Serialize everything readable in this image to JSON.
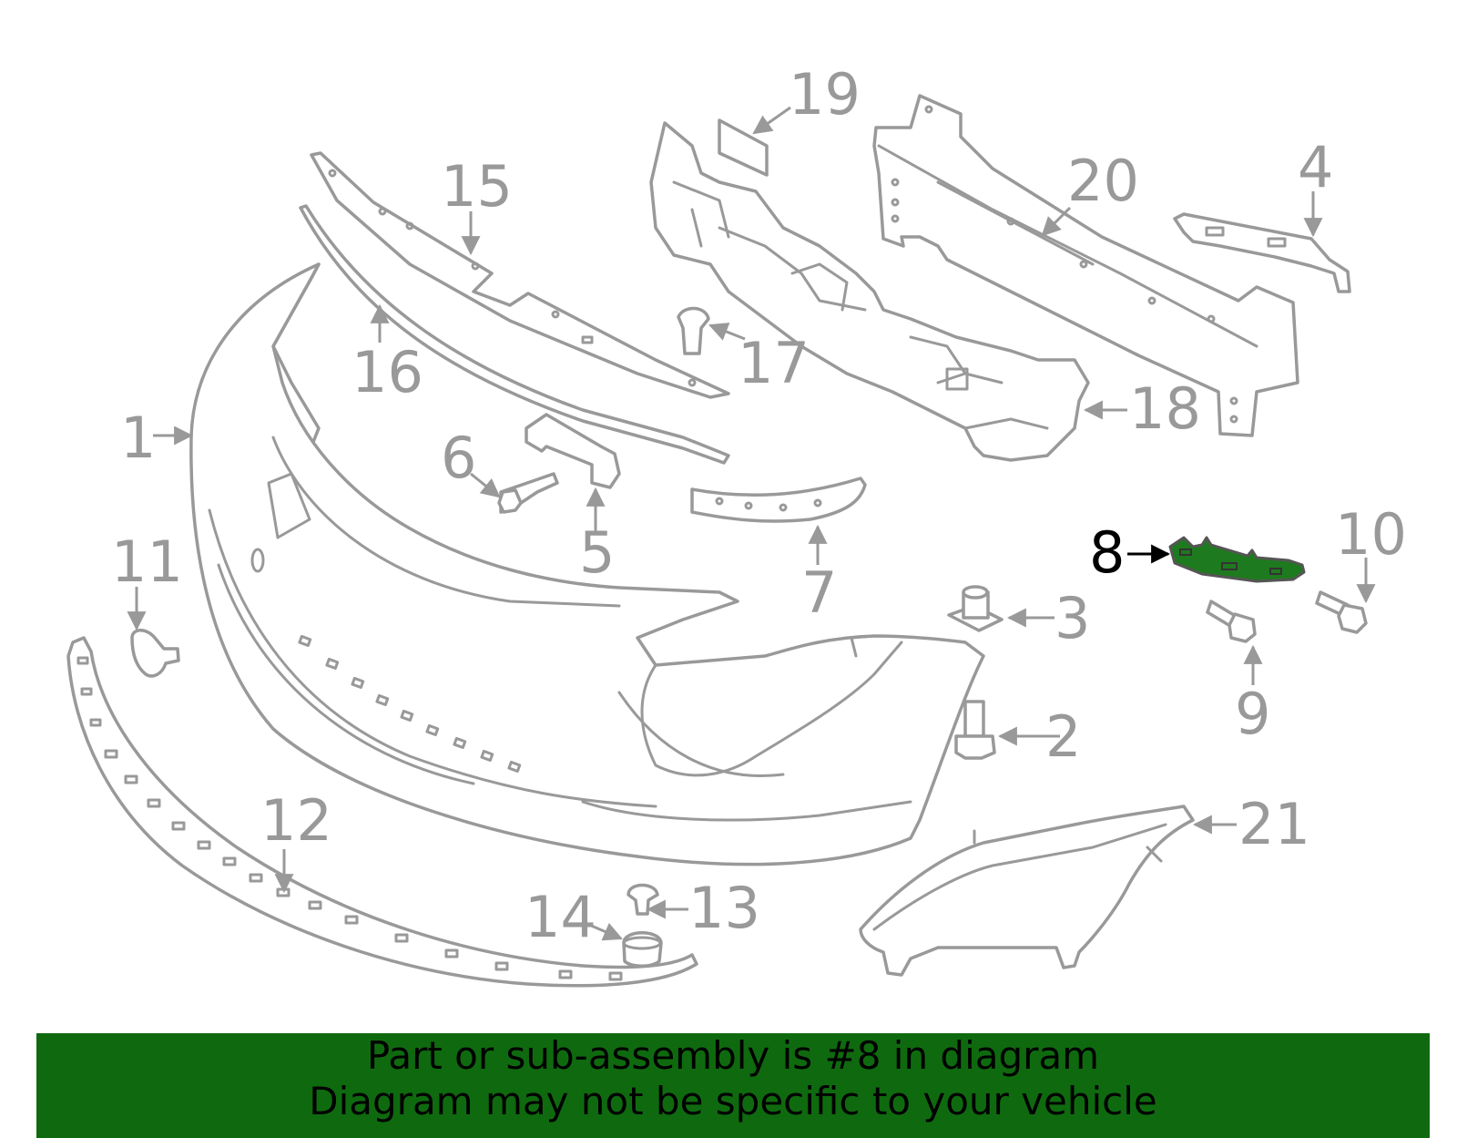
{
  "diagram": {
    "highlighted_part": "8",
    "highlight_color": "#1e7a1e",
    "part_line_color": "#999999",
    "callouts": [
      "1",
      "2",
      "3",
      "4",
      "5",
      "6",
      "7",
      "8",
      "9",
      "10",
      "11",
      "12",
      "13",
      "14",
      "15",
      "16",
      "17",
      "18",
      "19",
      "20",
      "21"
    ]
  },
  "banner": {
    "line1": "Part or sub-assembly is #8 in diagram",
    "line2": "Diagram may not be specific to your vehicle",
    "background": "#0f6a0f"
  }
}
